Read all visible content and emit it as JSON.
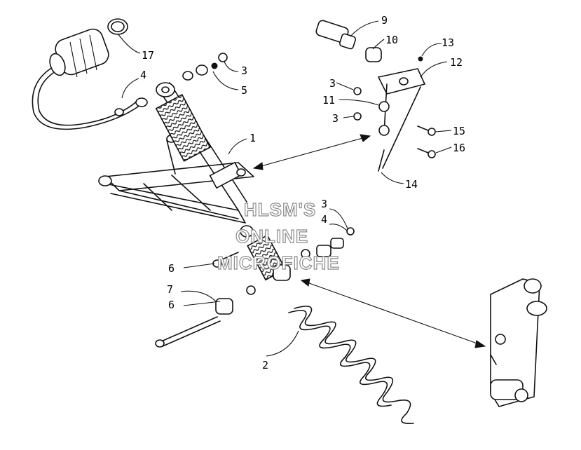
{
  "watermark": {
    "lines": [
      "HLSM'S",
      "ONLINE",
      "MICROFICHE"
    ],
    "color": "#8a8a8a"
  },
  "callouts": [
    {
      "id": "c1",
      "label": "1"
    },
    {
      "id": "c2",
      "label": "2"
    },
    {
      "id": "c3a",
      "label": "3"
    },
    {
      "id": "c3b",
      "label": "3"
    },
    {
      "id": "c3c",
      "label": "3"
    },
    {
      "id": "c3d",
      "label": "3"
    },
    {
      "id": "c4a",
      "label": "4"
    },
    {
      "id": "c4b",
      "label": "4"
    },
    {
      "id": "c5",
      "label": "5"
    },
    {
      "id": "c6a",
      "label": "6"
    },
    {
      "id": "c6b",
      "label": "6"
    },
    {
      "id": "c7",
      "label": "7"
    },
    {
      "id": "c9",
      "label": "9"
    },
    {
      "id": "c10",
      "label": "10"
    },
    {
      "id": "c11",
      "label": "11"
    },
    {
      "id": "c12",
      "label": "12"
    },
    {
      "id": "c13",
      "label": "13"
    },
    {
      "id": "c14",
      "label": "14"
    },
    {
      "id": "c15",
      "label": "15"
    },
    {
      "id": "c16",
      "label": "16"
    },
    {
      "id": "c17",
      "label": "17"
    }
  ],
  "colors": {
    "ink": "#111111",
    "background": "#ffffff"
  }
}
